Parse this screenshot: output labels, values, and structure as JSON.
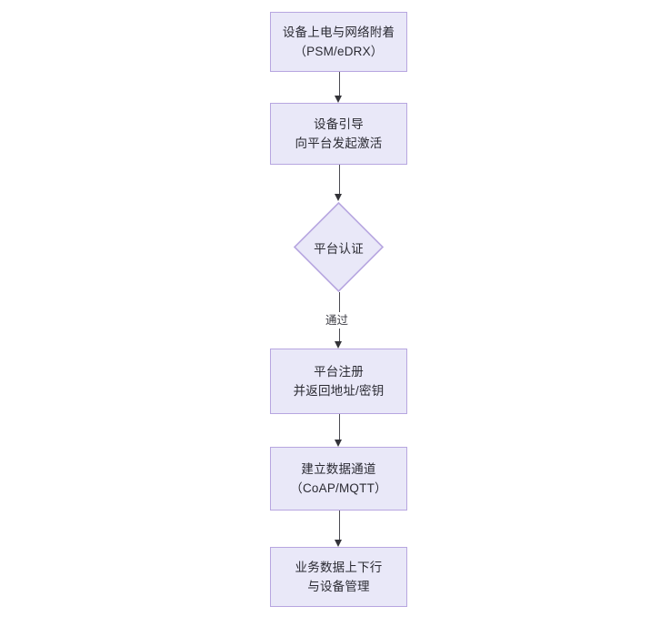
{
  "diagram": {
    "type": "flowchart",
    "orientation": "top-to-bottom",
    "colors": {
      "node_fill": "#e9e8f8",
      "node_border": "#b7a6e0",
      "text": "#2b2b33",
      "edge": "#4a4a52",
      "background": "#ffffff"
    },
    "nodes": [
      {
        "id": "power-on",
        "shape": "rectangle",
        "line1": "设备上电与网络附着",
        "line2": "（PSM/eDRX）"
      },
      {
        "id": "bootstrap",
        "shape": "rectangle",
        "line1": "设备引导",
        "line2": "向平台发起激活"
      },
      {
        "id": "platform-auth",
        "shape": "diamond",
        "line1": "平台认证",
        "line2": ""
      },
      {
        "id": "platform-register",
        "shape": "rectangle",
        "line1": "平台注册",
        "line2": "并返回地址/密钥"
      },
      {
        "id": "data-channel",
        "shape": "rectangle",
        "line1": "建立数据通道",
        "line2": "（CoAP/MQTT）"
      },
      {
        "id": "service-data",
        "shape": "rectangle",
        "line1": "业务数据上下行",
        "line2": "与设备管理"
      }
    ],
    "edges": [
      {
        "id": "e1",
        "from": "power-on",
        "to": "bootstrap",
        "label": ""
      },
      {
        "id": "e2",
        "from": "bootstrap",
        "to": "platform-auth",
        "label": ""
      },
      {
        "id": "e3",
        "from": "platform-auth",
        "to": "platform-register",
        "label": "通过"
      },
      {
        "id": "e4",
        "from": "platform-register",
        "to": "data-channel",
        "label": ""
      },
      {
        "id": "e5",
        "from": "data-channel",
        "to": "service-data",
        "label": ""
      }
    ]
  }
}
